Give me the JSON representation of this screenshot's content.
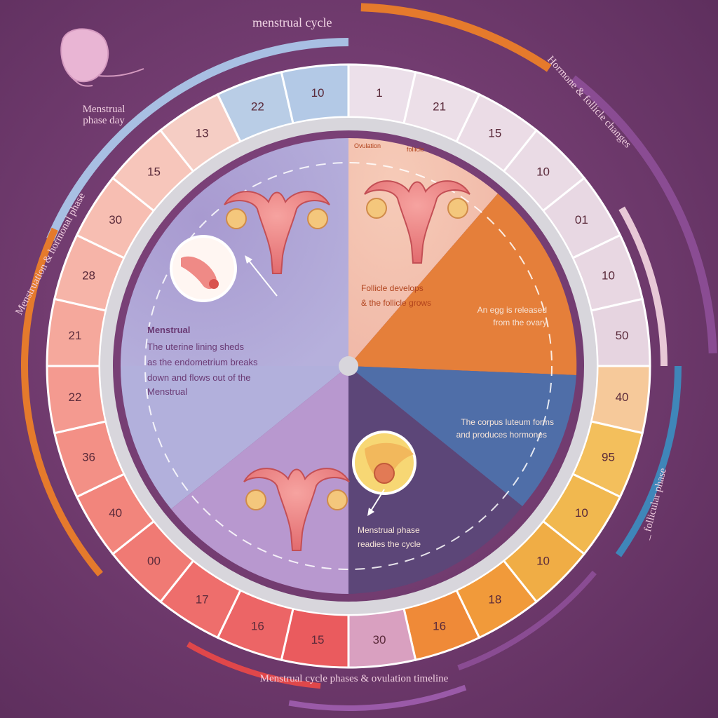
{
  "title": "menstrual cycle",
  "top_left_caption": [
    "Menstrual",
    "phase day"
  ],
  "right_arc_label": "Hormone & follicle changes",
  "left_arc_label": "Menstruation & hormonal phase",
  "bottom_right_arc_label": "_ follicular phase",
  "bottom_label": "Menstrual cycle phases & ovulation timeline",
  "day_ring": [
    "1",
    "21",
    "15",
    "10",
    "01",
    "10",
    "50",
    "40",
    "95",
    "10",
    "10",
    "18",
    "16",
    "30",
    "15",
    "16",
    "17",
    "00",
    "40",
    "36",
    "22",
    "21",
    "28",
    "30",
    "15",
    "13",
    "22",
    "10"
  ],
  "day_ring_colors": [
    "#ece0ea",
    "#ecdfe8",
    "#ebdce6",
    "#eadbe5",
    "#e8d8e3",
    "#e8d7e2",
    "#e6d4e0",
    "#f6c99a",
    "#f3bf5c",
    "#f1b84f",
    "#f0ad45",
    "#f19a3a",
    "#ef8a38",
    "#d9a0c0",
    "#ea5b5e",
    "#ec6566",
    "#ee6e6c",
    "#f07a74",
    "#f2857c",
    "#f39086",
    "#f49a90",
    "#f5a89c",
    "#f6b4a8",
    "#f7beb2",
    "#f7c6bb",
    "#f5cdc4",
    "#b9cde6",
    "#b3c9e6"
  ],
  "phases": {
    "menstrual": {
      "title": "Menstrual",
      "lines": [
        "The uterine lining sheds",
        "as the endometrium breaks",
        "down and flows out of the",
        "Menstrual"
      ]
    },
    "follicular": {
      "lines": [
        "Follicle develops",
        "& the follicle grows"
      ]
    },
    "ovulation": {
      "lines": [
        "An egg is released",
        "from the ovary"
      ]
    },
    "luteal_upper": {
      "lines": [
        "The corpus luteum forms",
        "and produces hormones"
      ]
    },
    "luteal_lower": {
      "lines": [
        "Menstrual phase",
        "readies the cycle"
      ]
    },
    "top_banner": [
      "Ovulation",
      "follicle"
    ]
  },
  "colors": {
    "background": "#6f3a6d",
    "menstrual_wedge": "#b6aed9",
    "follicular_wedge": "#f3c4b2",
    "ovulation_wedge": "#e57f3a",
    "luteal_blue_wedge": "#4f6ea8",
    "luteal_dark_wedge": "#5c4678",
    "lower_purple_wedge": "#b898cf",
    "ring_gray": "#d8d6dc",
    "arc_orange": "#e57a2c",
    "arc_blue": "#a8bfe3",
    "arc_purple": "#8a4c93",
    "arc_teal": "#3f86b9",
    "arc_red": "#e0474a"
  },
  "icons": [
    "uterus-icon",
    "fallopian-tube-closeup-icon",
    "follicle-closeup-icon",
    "anatomy-sketch-icon"
  ]
}
